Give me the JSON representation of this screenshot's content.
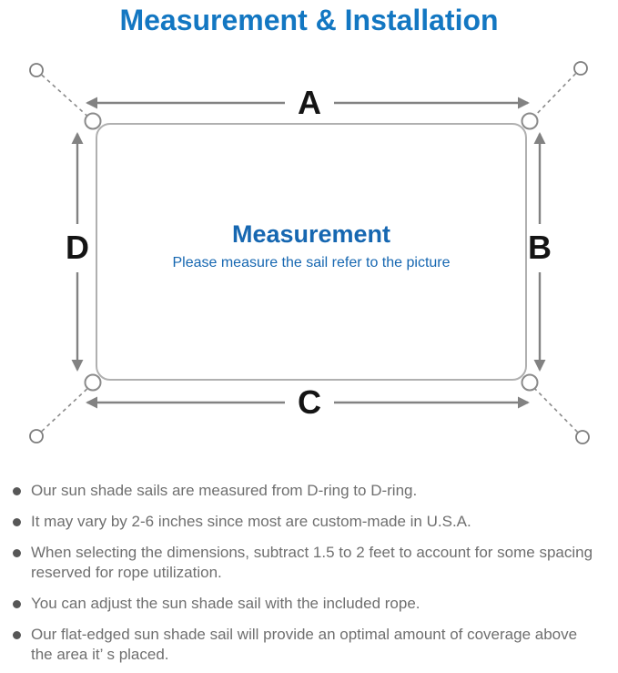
{
  "page": {
    "title": "Measurement & Installation"
  },
  "diagram": {
    "dimension_labels": {
      "top": "A",
      "right": "B",
      "bottom": "C",
      "left": "D"
    },
    "center": {
      "heading": "Measurement",
      "subheading": "Please measure the sail refer to the picture"
    },
    "colors": {
      "title_blue": "#1377c2",
      "center_text_blue": "#1667b1",
      "sail_border_gray": "#b0b0b0",
      "arrow_gray": "#828282",
      "dashed_rope_gray": "#8a8a8a",
      "dimension_label_black": "#141414"
    }
  },
  "notes": {
    "items": [
      "Our sun shade sails are measured from D-ring to D-ring.",
      "It may vary by 2-6 inches since most are custom-made in U.S.A.",
      "When selecting the dimensions, subtract 1.5 to 2 feet to account for some spacing reserved for rope utilization.",
      "You can adjust the sun shade sail with the included rope.",
      "Our flat-edged sun shade sail will provide an optimal amount of coverage above the area it’ s placed."
    ],
    "text_color": "#6f6f6f"
  }
}
